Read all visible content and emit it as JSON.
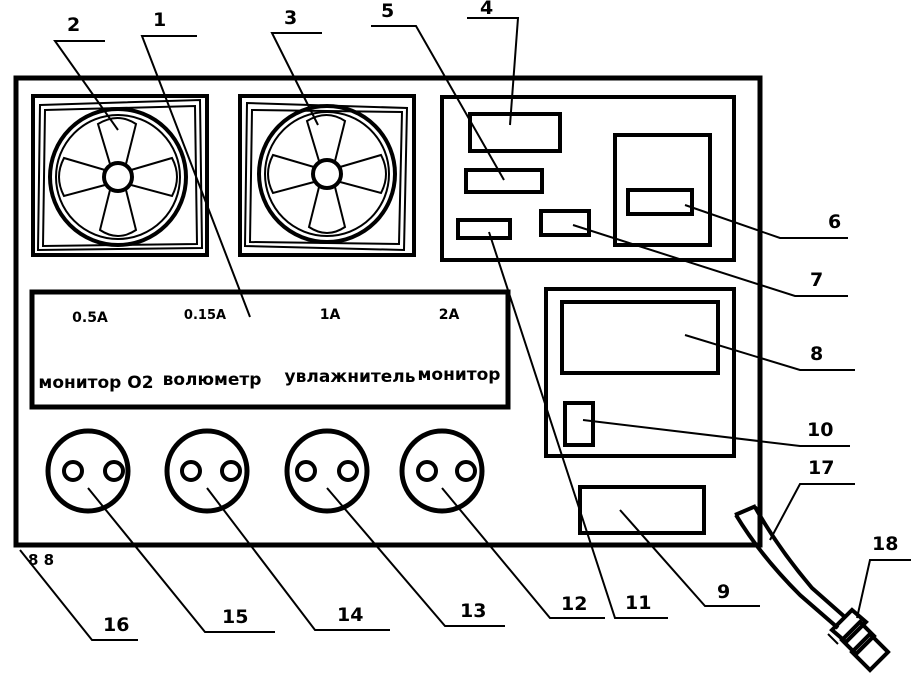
{
  "panel": {
    "amps": [
      "0.5A",
      "0.15A",
      "1A",
      "2A"
    ],
    "devices": [
      "монитор О2",
      "волюметр",
      "увлажнитель",
      "монитор"
    ]
  },
  "callouts": [
    "1",
    "2",
    "3",
    "4",
    "5",
    "6",
    "7",
    "8",
    "9",
    "10",
    "11",
    "12",
    "13",
    "14",
    "15",
    "16",
    "17",
    "18"
  ],
  "corner_mark": "8 8"
}
